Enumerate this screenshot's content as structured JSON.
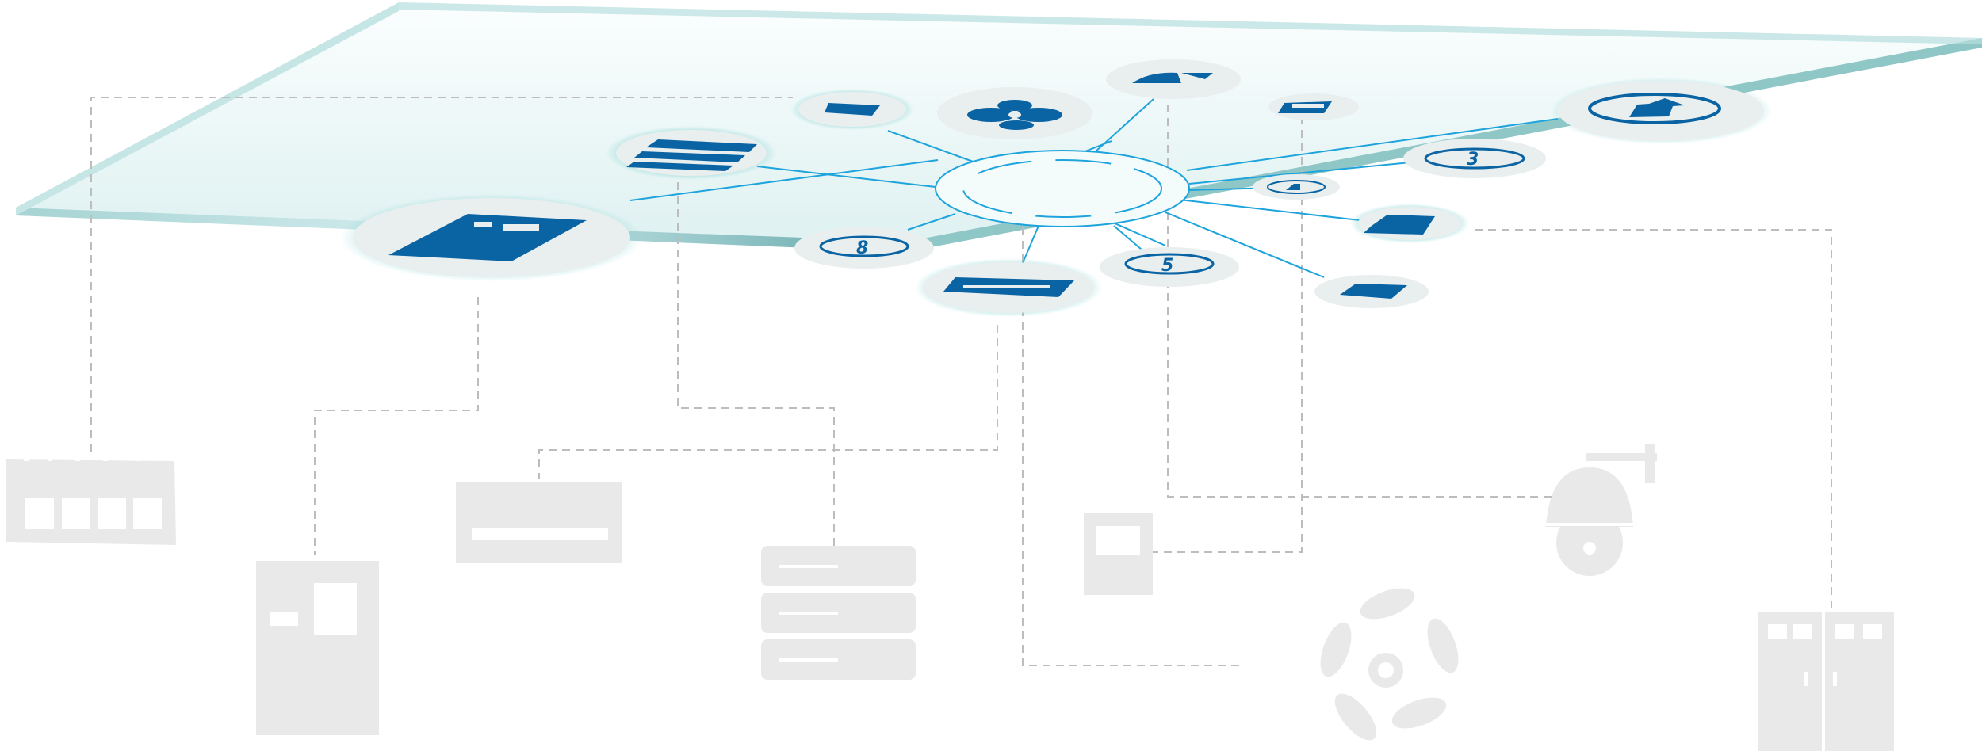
{
  "colors": {
    "plate": "#e4f3f3",
    "plate_edge": "#6fb0b0",
    "icon": "#0a64a4",
    "link": "#1ea4dc",
    "device": "#e8e9e8",
    "dashed_line": "#bdbdbd"
  },
  "platform_nodes": [
    {
      "icon": "control-panel-icon"
    },
    {
      "icon": "list-panel-icon"
    },
    {
      "icon": "power-strip-icon"
    },
    {
      "icon": "fan-icon"
    },
    {
      "icon": "camera-icon"
    },
    {
      "icon": "display-box-icon"
    },
    {
      "icon": "upload-icon"
    },
    {
      "icon": "meter-icon",
      "label": "3"
    },
    {
      "icon": "small-camera-icon"
    },
    {
      "icon": "cabinet-icon"
    },
    {
      "icon": "square-device-icon"
    },
    {
      "icon": "meter-icon",
      "label": "5"
    },
    {
      "icon": "bar-device-icon"
    },
    {
      "icon": "meter-icon",
      "label": "8"
    }
  ],
  "devices": [
    "power-strip",
    "control-cabinet",
    "panel-unit",
    "server-rack",
    "small-box",
    "fan",
    "dome-camera",
    "double-cabinet"
  ]
}
